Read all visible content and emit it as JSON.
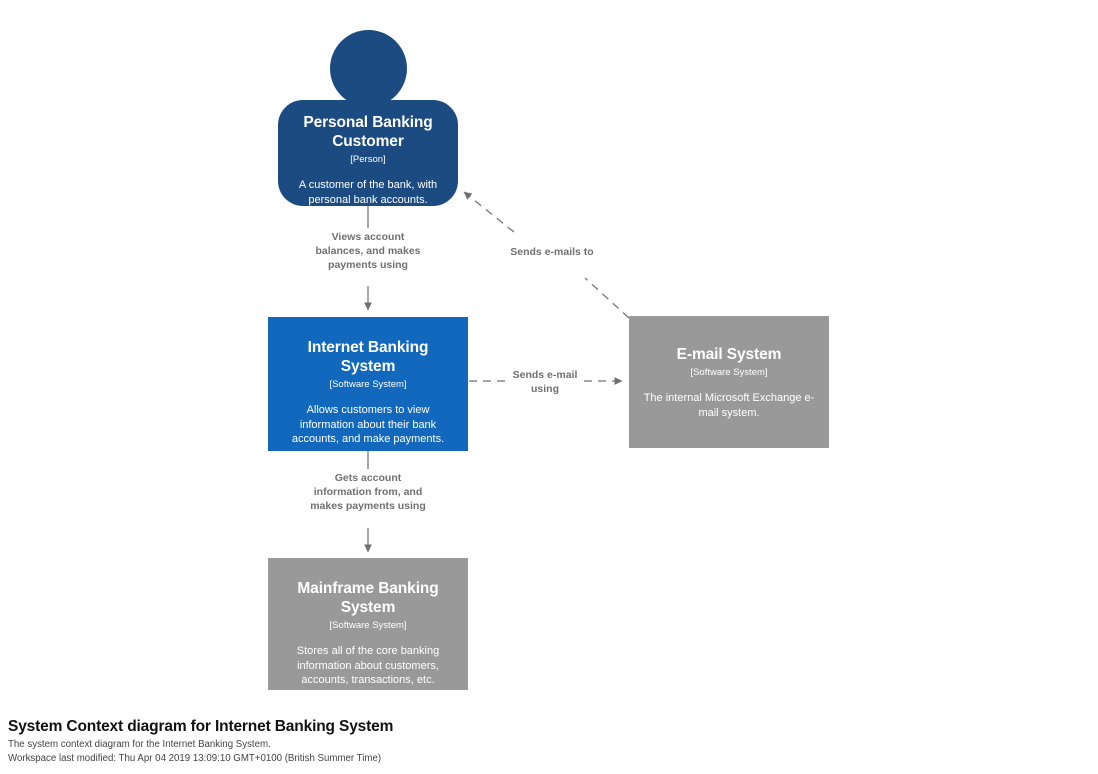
{
  "diagram": {
    "title": "System Context diagram for Internet Banking System",
    "description": "The system context diagram for the Internet Banking System.",
    "modified": "Workspace last modified: Thu Apr 04 2019 13:09:10 GMT+0100 (British Summer Time)"
  },
  "colors": {
    "person": "#1b4b80",
    "person_border": "#0f3a66",
    "internal_system": "#1168bd",
    "internal_system_border": "#0b5394",
    "external_system": "#999999",
    "external_system_border": "#8a8a8a",
    "relationship": "#707070",
    "text_light": "#ffffff",
    "footer_title": "#111111",
    "footer_sub": "#444444"
  },
  "elements": [
    {
      "id": "personal-banking-customer",
      "shape": "person",
      "name": "Personal Banking Customer",
      "type": "[Person]",
      "description": "A customer of the bank, with personal bank accounts."
    },
    {
      "id": "internet-banking-system",
      "shape": "box",
      "name": "Internet Banking System",
      "type": "[Software System]",
      "description": "Allows customers to view information about their bank accounts, and make payments."
    },
    {
      "id": "email-system",
      "shape": "box",
      "name": "E-mail System",
      "type": "[Software System]",
      "description": "The internal Microsoft Exchange e-mail system."
    },
    {
      "id": "mainframe-banking-system",
      "shape": "box",
      "name": "Mainframe Banking System",
      "type": "[Software System]",
      "description": "Stores all of the core banking information about customers, accounts, transactions, etc."
    }
  ],
  "relationships": [
    {
      "id": "customer-to-internet-banking",
      "source": "personal-banking-customer",
      "destination": "internet-banking-system",
      "label": "Views account balances, and makes payments using",
      "style": "solid"
    },
    {
      "id": "internet-banking-to-email",
      "source": "internet-banking-system",
      "destination": "email-system",
      "label": "Sends e-mail using",
      "style": "dashed"
    },
    {
      "id": "email-to-customer",
      "source": "email-system",
      "destination": "personal-banking-customer",
      "label": "Sends e-mails to",
      "style": "dashed"
    },
    {
      "id": "internet-banking-to-mainframe",
      "source": "internet-banking-system",
      "destination": "mainframe-banking-system",
      "label": "Gets account information from, and makes payments using",
      "style": "solid"
    }
  ]
}
